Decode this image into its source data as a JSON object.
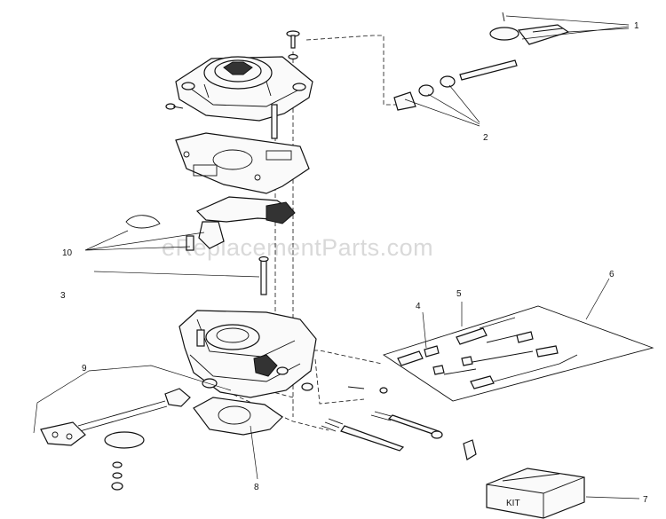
{
  "watermark": "eReplacementParts.com",
  "callouts": [
    {
      "number": "1"
    },
    {
      "number": "2"
    },
    {
      "number": "3"
    },
    {
      "number": "4"
    },
    {
      "number": "5"
    },
    {
      "number": "6"
    },
    {
      "number": "7"
    },
    {
      "number": "8"
    },
    {
      "number": "9"
    },
    {
      "number": "10"
    }
  ],
  "kit_box_label": "KIT"
}
